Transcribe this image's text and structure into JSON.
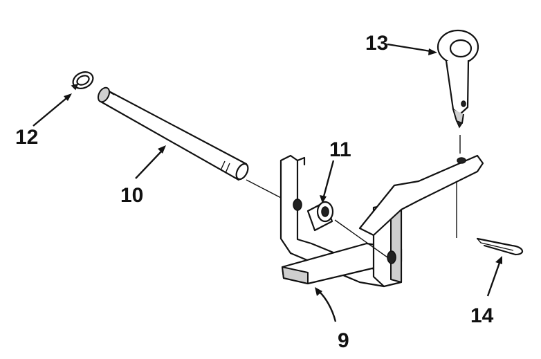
{
  "diagram": {
    "callouts": [
      {
        "id": "c9",
        "label": "9"
      },
      {
        "id": "c10",
        "label": "10"
      },
      {
        "id": "c11",
        "label": "11"
      },
      {
        "id": "c12",
        "label": "12"
      },
      {
        "id": "c13",
        "label": "13"
      },
      {
        "id": "c14",
        "label": "14"
      }
    ]
  },
  "colors": {
    "ink": "#111111",
    "background": "#ffffff",
    "shade": "#cfcfcf"
  }
}
